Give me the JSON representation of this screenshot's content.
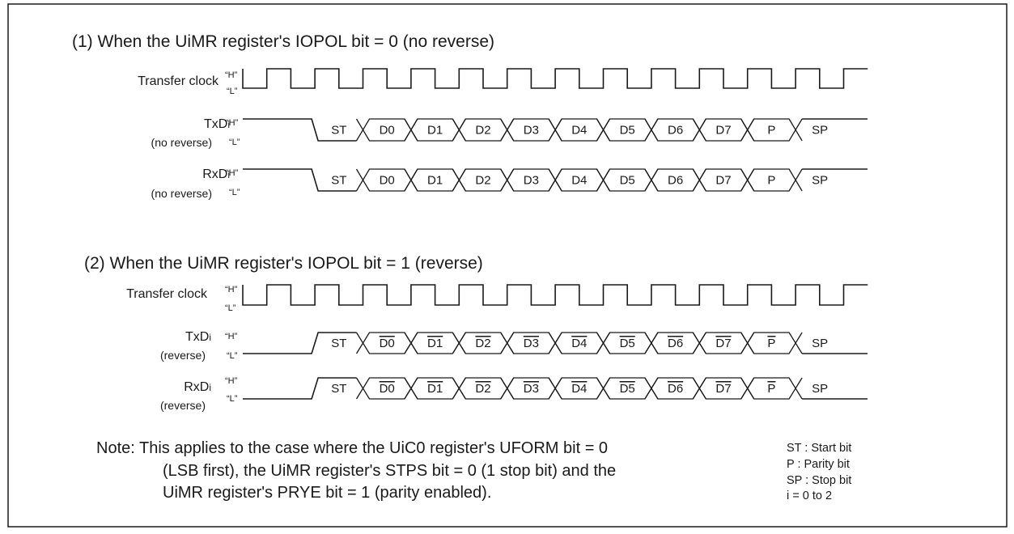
{
  "section1": {
    "heading": "(1) When the UiMR register's IOPOL bit = 0 (no reverse)",
    "reverse": false,
    "rows": [
      {
        "kind": "clock",
        "name": "Transfer clock",
        "sub": "",
        "paren": "",
        "level_h": "“H”",
        "level_l": "“L”"
      },
      {
        "kind": "data",
        "name": "TxD",
        "sub": "i",
        "paren": "(no reverse)",
        "level_h": "“H”",
        "level_l": "“L”"
      },
      {
        "kind": "data",
        "name": "RxD",
        "sub": "i",
        "paren": "(no reverse)",
        "level_h": "“H”",
        "level_l": "“L”"
      }
    ]
  },
  "section2": {
    "heading": "(2) When the UiMR register's IOPOL bit = 1 (reverse)",
    "reverse": true,
    "rows": [
      {
        "kind": "clock",
        "name": "Transfer clock",
        "sub": "",
        "paren": "",
        "level_h": "“H”",
        "level_l": "“L”"
      },
      {
        "kind": "data",
        "name": "TxD",
        "sub": "i",
        "paren": "(reverse)",
        "level_h": "“H”",
        "level_l": "“L”"
      },
      {
        "kind": "data",
        "name": "RxD",
        "sub": "i",
        "paren": "(reverse)",
        "level_h": "“H”",
        "level_l": "“L”"
      }
    ]
  },
  "frame_bits": [
    "ST",
    "D0",
    "D1",
    "D2",
    "D3",
    "D4",
    "D5",
    "D6",
    "D7",
    "P",
    "SP"
  ],
  "overlined_when_reversed": [
    "D0",
    "D1",
    "D2",
    "D3",
    "D4",
    "D5",
    "D6",
    "D7",
    "P"
  ],
  "note": {
    "lines": [
      "Note: This applies to the case where the UiC0 register's UFORM bit = 0",
      "(LSB first), the UiMR register's STPS bit = 0 (1 stop bit) and the",
      "UiMR register's PRYE bit = 1 (parity enabled)."
    ]
  },
  "legend": [
    "ST : Start bit",
    "P : Parity bit",
    "SP : Stop bit",
    "i = 0 to 2"
  ]
}
